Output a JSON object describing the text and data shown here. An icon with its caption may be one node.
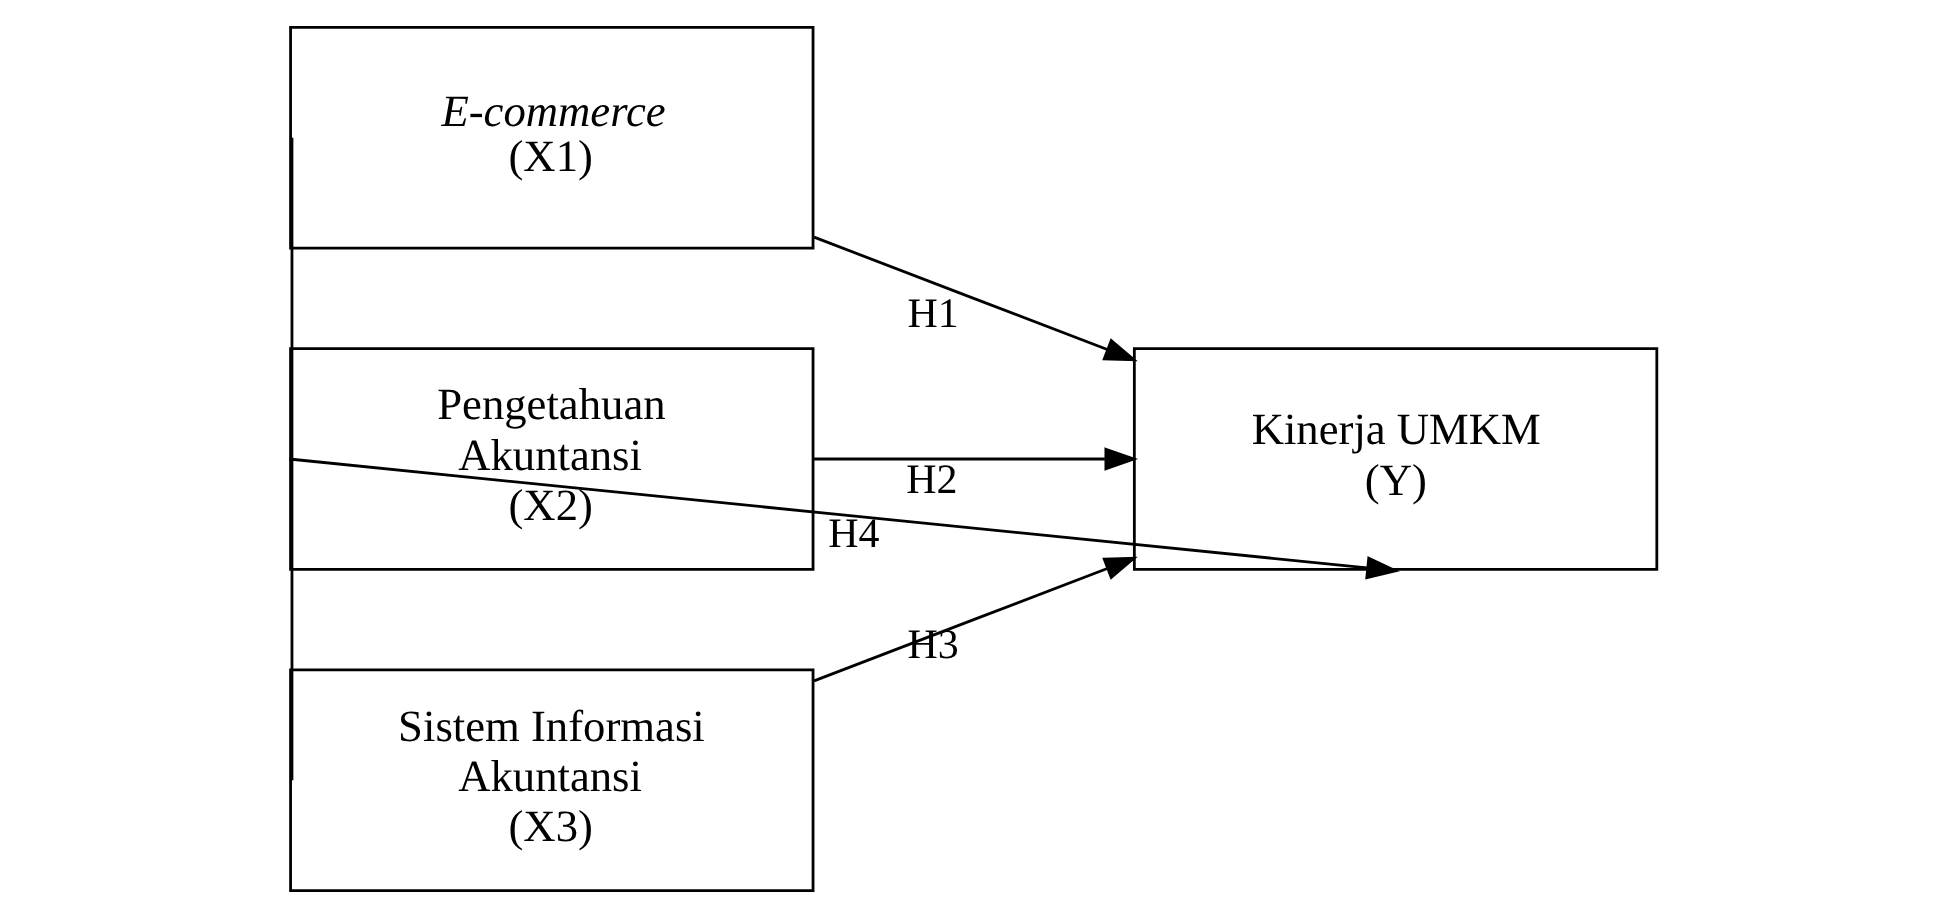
{
  "diagram": {
    "nodes": [
      {
        "text": [
          "*E-commerce*",
          "(X1)"
        ]
      },
      {
        "text": [
          "Pengetahuan Akuntansi",
          "(X2)"
        ]
      },
      {
        "text": [
          "Sistem Informasi Akuntansi",
          "(X3)"
        ]
      },
      {
        "text": [
          "Kinerja UMKM",
          "(Y)"
        ]
      }
    ],
    "edges": [
      {
        "from": 0,
        "to": 3,
        "arrow": "to",
        "label": "H1"
      },
      {
        "from": 1,
        "to": 3,
        "arrow": "to",
        "label": "H2"
      },
      {
        "from": 2,
        "to": 3,
        "arrow": "to",
        "label": "H3"
      },
      {
        "from": 0,
        "to": 2,
        "arrow": "none"
      },
      {
        "from": 1,
        "to": 3,
        "arrow": "to",
        "label": "H4"
      }
    ]
  }
}
